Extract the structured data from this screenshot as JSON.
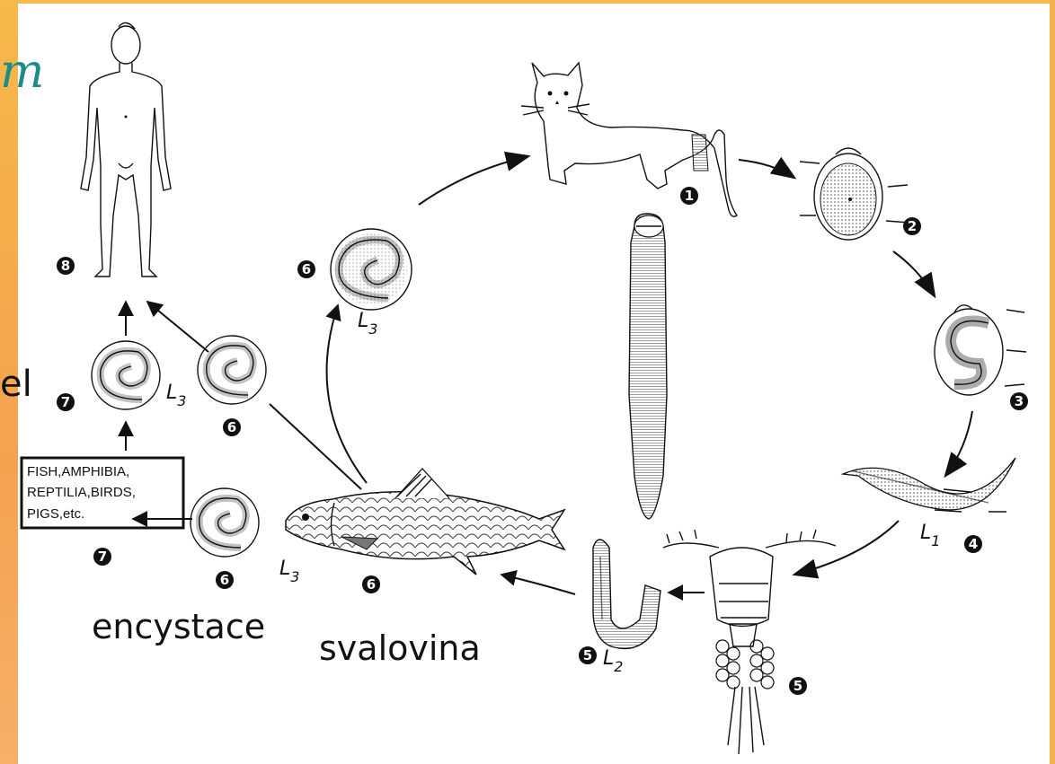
{
  "slide_text": {
    "cut_top": "m",
    "cut_left": "el",
    "caption_encystace": "encystace",
    "caption_svalovina": "svalovina"
  },
  "diagram": {
    "stage_numbers": {
      "cat": "1",
      "egg": "2",
      "embryo_egg": "3",
      "l1": "4",
      "copepod": "5",
      "l2": "5",
      "l3_upper": "6",
      "l3_middle": "6",
      "l3_lower": "6",
      "fish": "6",
      "l3_left_cyst": "7",
      "paratenic_box": "7",
      "human": "8"
    },
    "larva_labels": {
      "l1": {
        "main": "L",
        "sub": "1"
      },
      "l2": {
        "main": "L",
        "sub": "2"
      },
      "l3_upper": {
        "main": "L",
        "sub": "3"
      },
      "l3_mid": {
        "main": "L",
        "sub": "3"
      },
      "l3_low": {
        "main": "L",
        "sub": "3"
      }
    },
    "paratenic_box_lines": [
      "FISH,AMPHIBIA,",
      "REPTILIA,BIRDS,",
      "PIGS,etc."
    ]
  },
  "colors": {
    "stripe": "#f4a24f",
    "teal_text": "#1b8b8b",
    "ink": "#111111"
  }
}
